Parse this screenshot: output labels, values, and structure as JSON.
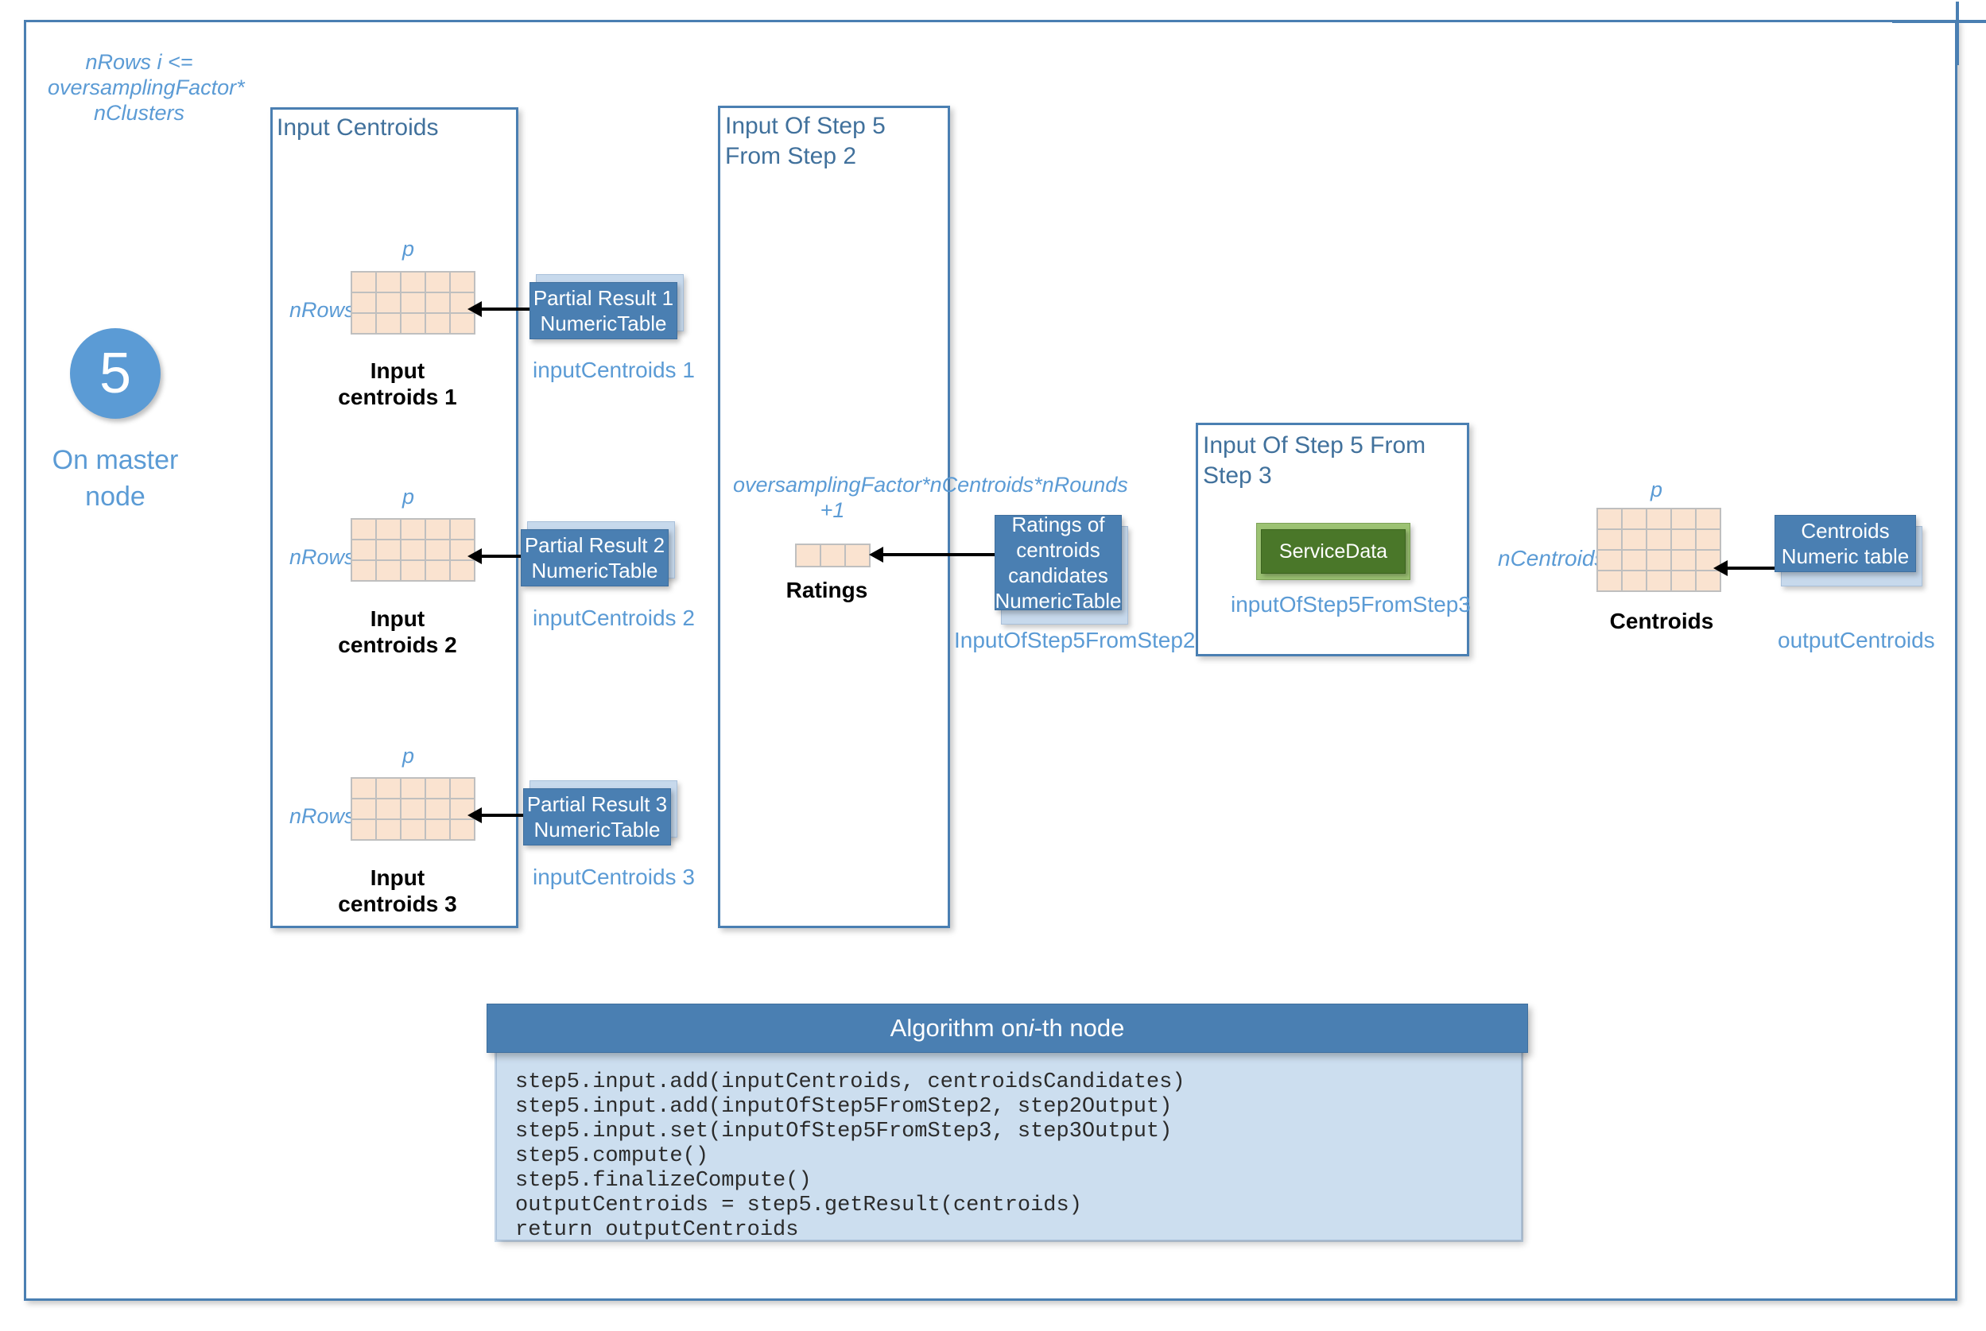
{
  "frame": {
    "label": "slide-frame"
  },
  "step": {
    "number": "5",
    "node_label": "On master node"
  },
  "annotations": {
    "nrows_constraint": "nRows i <= oversamplingFactor* nClusters",
    "ratings_dim": "oversamplingFactor*nCentroids*nRounds +1"
  },
  "panels": {
    "input_centroids": {
      "title": "Input Centroids",
      "blocks": [
        {
          "col_label": "p",
          "row_label": "nRows",
          "caption": "Input centroids 1",
          "nt_label": "Partial Result 1 NumericTable",
          "arg_label": "inputCentroids 1",
          "cols": 5,
          "rows": 3
        },
        {
          "col_label": "p",
          "row_label": "nRows",
          "caption": "Input centroids 2",
          "nt_label": "Partial Result 2 NumericTable",
          "arg_label": "inputCentroids 2",
          "cols": 5,
          "rows": 3
        },
        {
          "col_label": "p",
          "row_label": "nRows",
          "caption": "Input centroids 3",
          "nt_label": "Partial Result 3 NumericTable",
          "arg_label": "inputCentroids 3",
          "cols": 5,
          "rows": 3
        }
      ]
    },
    "step5_from_step2": {
      "title": "Input Of Step 5 From Step 2",
      "vector_caption": "Ratings",
      "vector_cells": 3,
      "nt_label": "Ratings of centroids candidates NumericTable",
      "arg_label": "InputOfStep5FromStep2"
    },
    "step5_from_step3": {
      "title": "Input Of Step 5 From Step 3",
      "service_data_label": "ServiceData",
      "arg_label": "inputOfStep5FromStep3"
    }
  },
  "output": {
    "col_label": "p",
    "row_label": "nCentroids",
    "caption": "Centroids",
    "nt_label": "Centroids Numeric table",
    "arg_label": "outputCentroids",
    "cols": 5,
    "rows": 4
  },
  "algorithm": {
    "title_prefix": "Algorithm on ",
    "title_italic": "i",
    "title_suffix": "-th node",
    "code": "step5.input.add(inputCentroids, centroidsCandidates)\nstep5.input.add(inputOfStep5FromStep2, step2Output)\nstep5.input.set(inputOfStep5FromStep3, step3Output)\nstep5.compute()\nstep5.finalizeCompute()\noutputCentroids = step5.getResult(centroids)\nreturn outputCentroids"
  },
  "colors": {
    "accent_blue": "#4a7fb2",
    "light_blue": "#5b9bd5",
    "panel_body": "#ccdeef",
    "matrix_cell": "#fae3d0",
    "service_green": "#4a7729"
  }
}
